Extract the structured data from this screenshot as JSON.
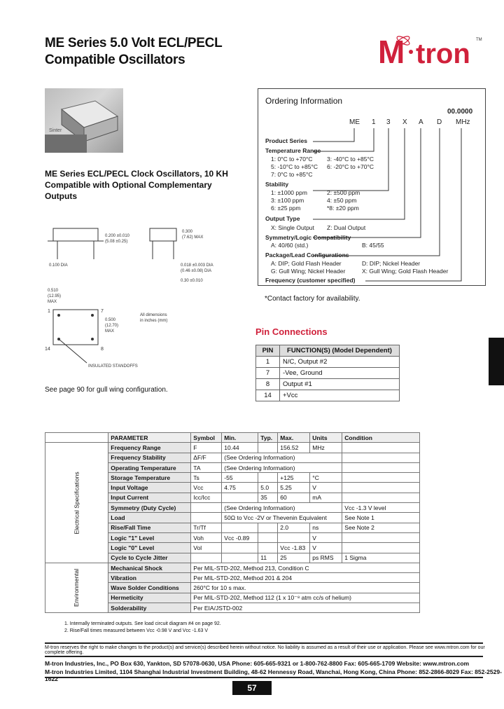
{
  "title": {
    "line1": "ME Series 5.0 Volt ECL/PECL",
    "line2": "Compatible Oscillators"
  },
  "logo": {
    "text": "M·tron",
    "tm": "TM",
    "color": "#d0213b"
  },
  "subtitle": "ME Series ECL/PECL Clock Oscillators, 10 KH Compatible with Optional Complementary Outputs",
  "photo_label": "Sinter",
  "diagram": {
    "dim_a": "0.200 ±0.010",
    "dim_a2": "(5.08 ±0.25)",
    "dim_b": "0.100 DIA",
    "dim_c": "0.300",
    "dim_c2": "(7.62) MAX",
    "dim_d": "0.018 ±0.003 DIA",
    "dim_e": "(0.46 ±0.08) DIA",
    "dim_f": "0.30 ±0.010",
    "dim_g": "0.510",
    "dim_g2": "(12.95)",
    "dim_g3": "MAX",
    "dim_h": "0.500",
    "dim_h2": "(12.70)",
    "dim_h3": "MAX",
    "note": "All dimensions",
    "note2": "in inches (mm)",
    "pin1": "1",
    "pin7": "7",
    "pin14": "14",
    "pin8": "8",
    "standoffs": "INSULATED STANDOFFS"
  },
  "gull_note": "See page 90 for gull wing configuration.",
  "ordering": {
    "title": "Ordering Information",
    "freq": "00.0000",
    "code": [
      "ME",
      "1",
      "3",
      "X",
      "A",
      "D",
      "MHz"
    ],
    "product_series": "Product Series",
    "temp_range": "Temperature Range",
    "temp_rows": [
      "1:  0°C to +70°C",
      "3:  -40°C to +85°C",
      "5:  -10°C to +85°C",
      "6:  -20°C to +70°C",
      "7:  0°C to +85°C"
    ],
    "stability": "Stability",
    "stab_rows": [
      "1:  ±1000 ppm",
      "2:  ±500 ppm",
      "3:  ±100 ppm",
      "4:  ±50 ppm",
      "6:  ±25 ppm",
      "*8: ±20 ppm"
    ],
    "output": "Output Type",
    "output_rows": [
      "X:  Single Output",
      "Z:  Dual Output"
    ],
    "symmetry": "Symmetry/Logic Compatibility",
    "sym_rows": [
      "A:  40/60 (std.)",
      "B:  45/55"
    ],
    "package": "Package/Lead Configurations",
    "pkg_rows": [
      "A:  DIP; Gold Flash Header",
      "D:  DIP; Nickel Header",
      "G:  Gull Wing; Nickel Header",
      "X:  Gull Wing; Gold Flash Header"
    ],
    "frequency": "Frequency (customer specified)"
  },
  "contact": "*Contact factory for availability.",
  "pins": {
    "heading": "Pin Connections",
    "headers": [
      "PIN",
      "FUNCTION(S) (Model Dependent)"
    ],
    "rows": [
      [
        "1",
        "N/C, Output #2"
      ],
      [
        "7",
        "-Vee, Ground"
      ],
      [
        "8",
        "Output #1"
      ],
      [
        "14",
        "+Vcc"
      ]
    ]
  },
  "spec": {
    "headers": [
      "PARAMETER",
      "Symbol",
      "Min.",
      "Typ.",
      "Max.",
      "Units",
      "Condition"
    ],
    "group1": "Electrical Specifications",
    "group2": "Environmental",
    "elec": [
      [
        "Frequency Range",
        "F",
        "10.44",
        "",
        "156.52",
        "MHz",
        ""
      ],
      [
        "Frequency Stability",
        "ΔF/F",
        "(See Ordering Information)",
        "",
        "",
        "",
        ""
      ],
      [
        "Operating Temperature",
        "TA",
        "(See Ordering Information)",
        "",
        "",
        "",
        ""
      ],
      [
        "Storage Temperature",
        "Ts",
        "-55",
        "",
        "+125",
        "°C",
        ""
      ],
      [
        "Input Voltage",
        "Vcc",
        "4.75",
        "5.0",
        "5.25",
        "V",
        ""
      ],
      [
        "Input Current",
        "Icc/Icc",
        "",
        "35",
        "60",
        "mA",
        ""
      ],
      [
        "Symmetry (Duty Cycle)",
        "",
        "(See Ordering Information)",
        "",
        "",
        "",
        "Vcc -1.3 V level"
      ],
      [
        "Load",
        "",
        "50Ω to Vcc -2V or Thevenin Equivalent",
        "",
        "",
        "",
        "See Note 1"
      ],
      [
        "Rise/Fall Time",
        "Tr/Tf",
        "",
        "",
        "2.0",
        "ns",
        "See Note 2"
      ],
      [
        "Logic \"1\" Level",
        "Voh",
        "Vcc -0.89",
        "",
        "",
        "V",
        ""
      ],
      [
        "Logic \"0\" Level",
        "Vol",
        "",
        "",
        "Vcc -1.83",
        "V",
        ""
      ],
      [
        "Cycle to Cycle Jitter",
        "",
        "",
        "11",
        "25",
        "ps RMS",
        "1 Sigma"
      ]
    ],
    "env": [
      [
        "Mechanical Shock",
        "Per MIL-STD-202, Method 213, Condition C"
      ],
      [
        "Vibration",
        "Per MIL-STD-202, Method 201 & 204"
      ],
      [
        "Wave Solder Conditions",
        "260°C for 10 s max."
      ],
      [
        "Hermeticity",
        "Per MIL-STD-202, Method 112 (1 x 10⁻⁸ atm cc/s of helium)"
      ],
      [
        "Solderability",
        "Per EIA/JSTD-002"
      ]
    ]
  },
  "footnotes": [
    "1. Internally terminated outputs. See load circuit diagram #4 on page 92.",
    "2. Rise/Fall times measured between Vcc -0.98 V and Vcc -1.63 V"
  ],
  "disclaimer": "M-tron reserves the right to make changes to the product(s) and service(s) described herein without notice. No liability is assumed as a result of their use or application. Please see www.mtron.com for our complete offering.",
  "address1": "M-tron Industries, Inc., PO Box 630, Yankton, SD 57078-0630, USA  Phone: 605-665-9321 or 1-800-762-8800  Fax: 605-665-1709  Website: www.mtron.com",
  "address2": "M-tron Industries Limited, 1104 Shanghai Industrial Investment Building, 48-62 Hennessy Road, Wanchai, Hong Kong, China  Phone: 852-2866-8029  Fax: 852-2529-1622",
  "page_number": "57"
}
